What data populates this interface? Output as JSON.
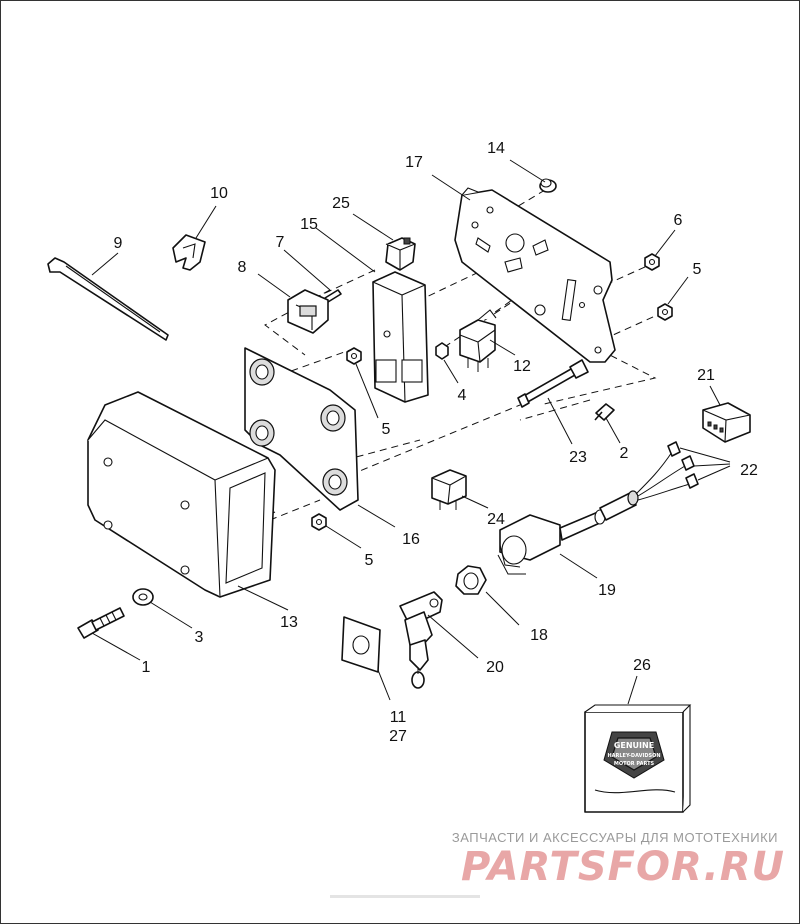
{
  "callouts": {
    "c1": "1",
    "c2": "2",
    "c3": "3",
    "c4": "4",
    "c5a": "5",
    "c5b": "5",
    "c5c": "5",
    "c6": "6",
    "c7": "7",
    "c8": "8",
    "c9": "9",
    "c10": "10",
    "c11": "11",
    "c12": "12",
    "c13": "13",
    "c14": "14",
    "c15": "15",
    "c16": "16",
    "c17": "17",
    "c18": "18",
    "c19": "19",
    "c20": "20",
    "c21": "21",
    "c22": "22",
    "c23": "23",
    "c24": "24",
    "c25": "25",
    "c26": "26",
    "c27": "27"
  },
  "genuine_badge": {
    "top": "GENUINE",
    "middle": "HARLEY-DAVIDSON",
    "bottom": "MOTOR PARTS"
  },
  "watermark": {
    "line": "ЗАПЧАСТИ И АКСЕССУАРЫ ДЛЯ МОТОТЕХНИКИ",
    "logo": "PARTSFOR.RU"
  },
  "colors": {
    "ink": "#111111",
    "watermark_red": "#e8a7a7",
    "watermark_gray": "#9a9a9a"
  }
}
